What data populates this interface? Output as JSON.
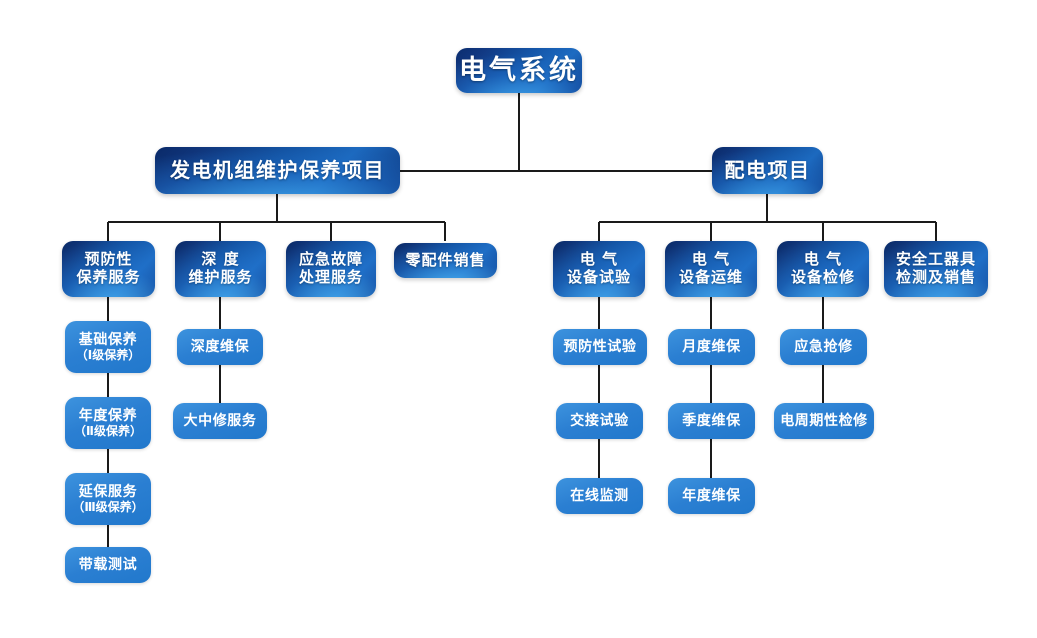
{
  "diagram": {
    "title": "电气系统",
    "colors": {
      "node_dark_navy": "#0a2a66",
      "node_bright_blue": "#1f70c8",
      "node_leaf_blue": "#2b7fd2",
      "connector_line": "#1a1a1a",
      "background": "#ffffff",
      "text": "#ffffff"
    },
    "root": {
      "label": "电气系统"
    },
    "level2": [
      {
        "label": "发电机组维护保养项目"
      },
      {
        "label": "配电项目"
      }
    ],
    "left_branch": {
      "parent": "发电机组维护保养项目",
      "columns": [
        {
          "header_line1": "预防性",
          "header_line2": "保养服务",
          "children": [
            {
              "line1": "基础保养",
              "line2": "（Ⅰ级保养）"
            },
            {
              "line1": "年度保养",
              "line2": "（Ⅱ级保养）"
            },
            {
              "line1": "延保服务",
              "line2": "（Ⅲ级保养）"
            },
            {
              "line1": "带载测试",
              "line2": ""
            }
          ]
        },
        {
          "header_line1": "深 度",
          "header_line2": "维护服务",
          "children": [
            {
              "line1": "深度维保",
              "line2": ""
            },
            {
              "line1": "大中修服务",
              "line2": ""
            }
          ]
        },
        {
          "header_line1": "应急故障",
          "header_line2": "处理服务",
          "children": []
        },
        {
          "header_line1": "零配件销售",
          "header_line2": "",
          "children": []
        }
      ]
    },
    "right_branch": {
      "parent": "配电项目",
      "columns": [
        {
          "header_line1": "电 气",
          "header_line2": "设备试验",
          "children": [
            {
              "line1": "预防性试验",
              "line2": ""
            },
            {
              "line1": "交接试验",
              "line2": ""
            },
            {
              "line1": "在线监测",
              "line2": ""
            }
          ]
        },
        {
          "header_line1": "电 气",
          "header_line2": "设备运维",
          "children": [
            {
              "line1": "月度维保",
              "line2": ""
            },
            {
              "line1": "季度维保",
              "line2": ""
            },
            {
              "line1": "年度维保",
              "line2": ""
            }
          ]
        },
        {
          "header_line1": "电 气",
          "header_line2": "设备检修",
          "children": [
            {
              "line1": "应急抢修",
              "line2": ""
            },
            {
              "line1": "电周期性检修",
              "line2": ""
            }
          ]
        },
        {
          "header_line1": "安全工器具",
          "header_line2": "检测及销售",
          "children": []
        }
      ]
    }
  }
}
